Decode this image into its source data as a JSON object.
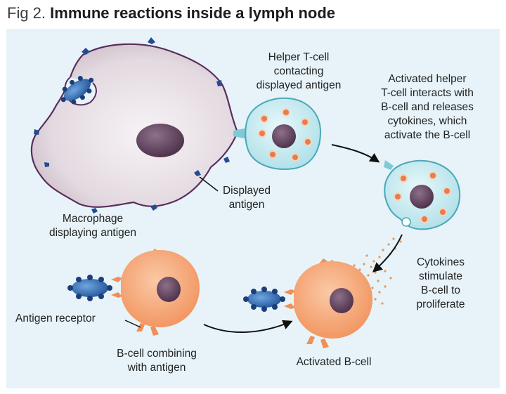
{
  "title": {
    "fig_number": "Fig 2.",
    "text": "Immune reactions inside a lymph node"
  },
  "labels": {
    "macrophage": [
      "Macrophage",
      "displaying antigen"
    ],
    "helper_tcell": [
      "Helper T-cell",
      "contacting",
      "displayed antigen"
    ],
    "displayed_antigen": [
      "Displayed",
      "antigen"
    ],
    "activated_helper": [
      "Activated helper",
      "T-cell interacts with",
      "B-cell and releases",
      "cytokines, which",
      "activate the B-cell"
    ],
    "cytokines": [
      "Cytokines",
      "stimulate",
      "B-cell to",
      "proliferate"
    ],
    "antigen_receptor": "Antigen receptor",
    "bcell_combining": [
      "B-cell combining",
      "with antigen"
    ],
    "activated_bcell": "Activated B-cell"
  },
  "colors": {
    "panel_bg": "#e7f3f8",
    "macrophage_fill": "#e9e2e7",
    "macrophage_outline": "#5a2d5e",
    "nucleus": "#5b3d58",
    "tcell_fill": "#c9ecf1",
    "tcell_outline": "#4aa7b8",
    "granule": "#e67d4a",
    "bcell_fill": "#f6a675",
    "antigen_blue": "#2f6db4",
    "antigen_dark": "#1c3e7a"
  }
}
